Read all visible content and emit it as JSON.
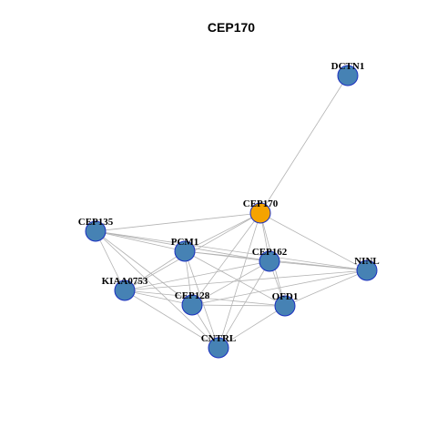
{
  "title": "CEP170",
  "colors": {
    "hub": "#f5a300",
    "node": "#4682b4",
    "node_border": "#1a2fbf",
    "edge": "#b3b3b3"
  },
  "nodes": [
    {
      "id": "DCTN1",
      "label": "DCTN1",
      "type": "node"
    },
    {
      "id": "CEP170",
      "label": "CEP170",
      "type": "hub"
    },
    {
      "id": "CEP135",
      "label": "CEP135",
      "type": "node"
    },
    {
      "id": "PCM1",
      "label": "PCM1",
      "type": "node"
    },
    {
      "id": "CEP162",
      "label": "CEP162",
      "type": "node"
    },
    {
      "id": "NINL",
      "label": "NINL",
      "type": "node"
    },
    {
      "id": "KIAA0753",
      "label": "KIAA0753",
      "type": "node"
    },
    {
      "id": "CEP128",
      "label": "CEP128",
      "type": "node"
    },
    {
      "id": "OFD1",
      "label": "OFD1",
      "type": "node"
    },
    {
      "id": "CNTRL",
      "label": "CNTRL",
      "type": "node"
    }
  ],
  "edges": [
    [
      "CEP170",
      "DCTN1"
    ],
    [
      "CEP170",
      "CEP135"
    ],
    [
      "CEP170",
      "PCM1"
    ],
    [
      "CEP170",
      "CEP162"
    ],
    [
      "CEP170",
      "NINL"
    ],
    [
      "CEP170",
      "KIAA0753"
    ],
    [
      "CEP170",
      "CEP128"
    ],
    [
      "CEP170",
      "OFD1"
    ],
    [
      "CEP170",
      "CNTRL"
    ],
    [
      "CEP135",
      "PCM1"
    ],
    [
      "CEP135",
      "CEP162"
    ],
    [
      "CEP135",
      "NINL"
    ],
    [
      "CEP135",
      "KIAA0753"
    ],
    [
      "CEP135",
      "CEP128"
    ],
    [
      "CEP135",
      "CNTRL"
    ],
    [
      "PCM1",
      "CEP162"
    ],
    [
      "PCM1",
      "KIAA0753"
    ],
    [
      "PCM1",
      "CEP128"
    ],
    [
      "PCM1",
      "OFD1"
    ],
    [
      "PCM1",
      "CNTRL"
    ],
    [
      "PCM1",
      "NINL"
    ],
    [
      "CEP162",
      "KIAA0753"
    ],
    [
      "CEP162",
      "CEP128"
    ],
    [
      "CEP162",
      "OFD1"
    ],
    [
      "CEP162",
      "CNTRL"
    ],
    [
      "CEP162",
      "NINL"
    ],
    [
      "NINL",
      "OFD1"
    ],
    [
      "NINL",
      "KIAA0753"
    ],
    [
      "NINL",
      "CEP128"
    ],
    [
      "KIAA0753",
      "CEP128"
    ],
    [
      "KIAA0753",
      "OFD1"
    ],
    [
      "KIAA0753",
      "CNTRL"
    ],
    [
      "CEP128",
      "OFD1"
    ],
    [
      "CEP128",
      "CNTRL"
    ],
    [
      "OFD1",
      "CNTRL"
    ]
  ]
}
